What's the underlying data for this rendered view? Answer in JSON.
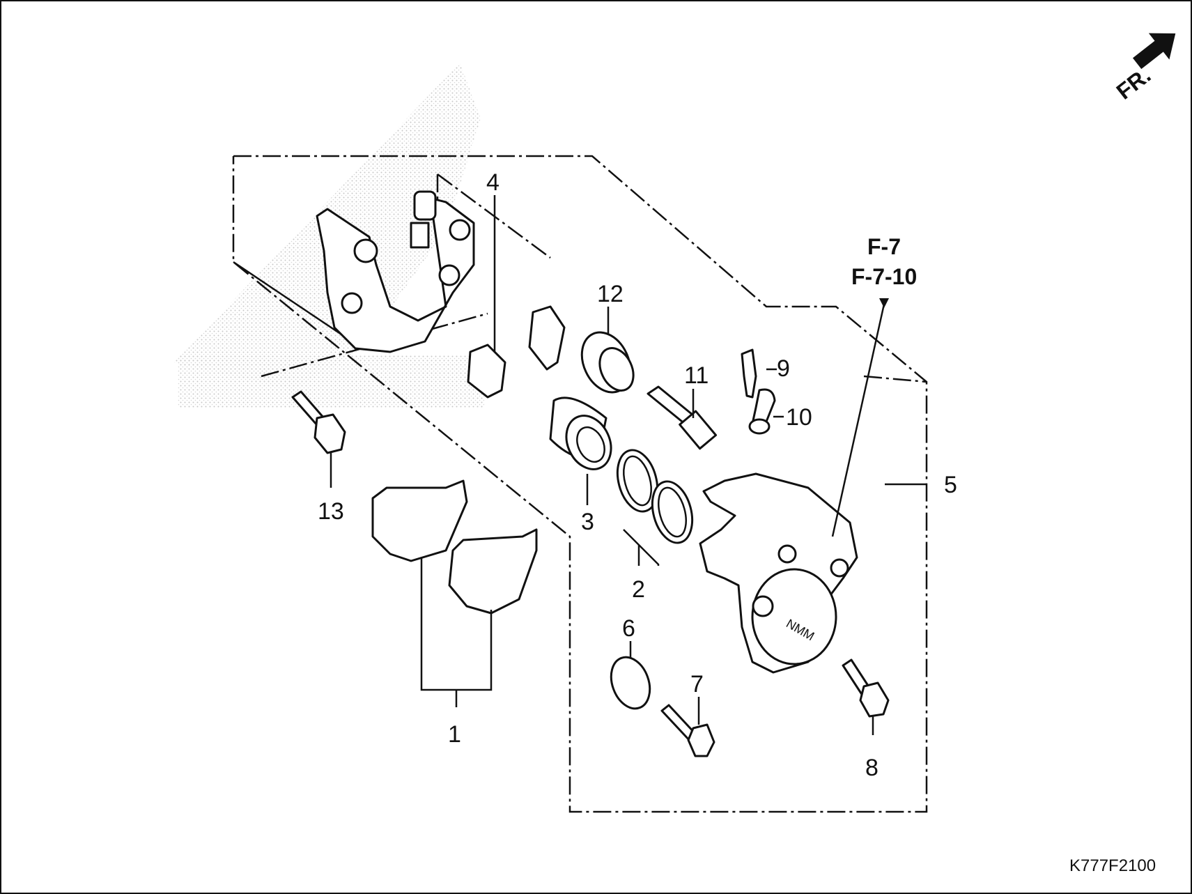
{
  "diagram": {
    "callouts": [
      "1",
      "2",
      "3",
      "4",
      "5",
      "6",
      "7",
      "8",
      "9",
      "10",
      "11",
      "12",
      "13"
    ],
    "references": [
      "F-7",
      "F-7-10"
    ],
    "front_marker": "FR.",
    "figure_code": "K777F2100"
  }
}
